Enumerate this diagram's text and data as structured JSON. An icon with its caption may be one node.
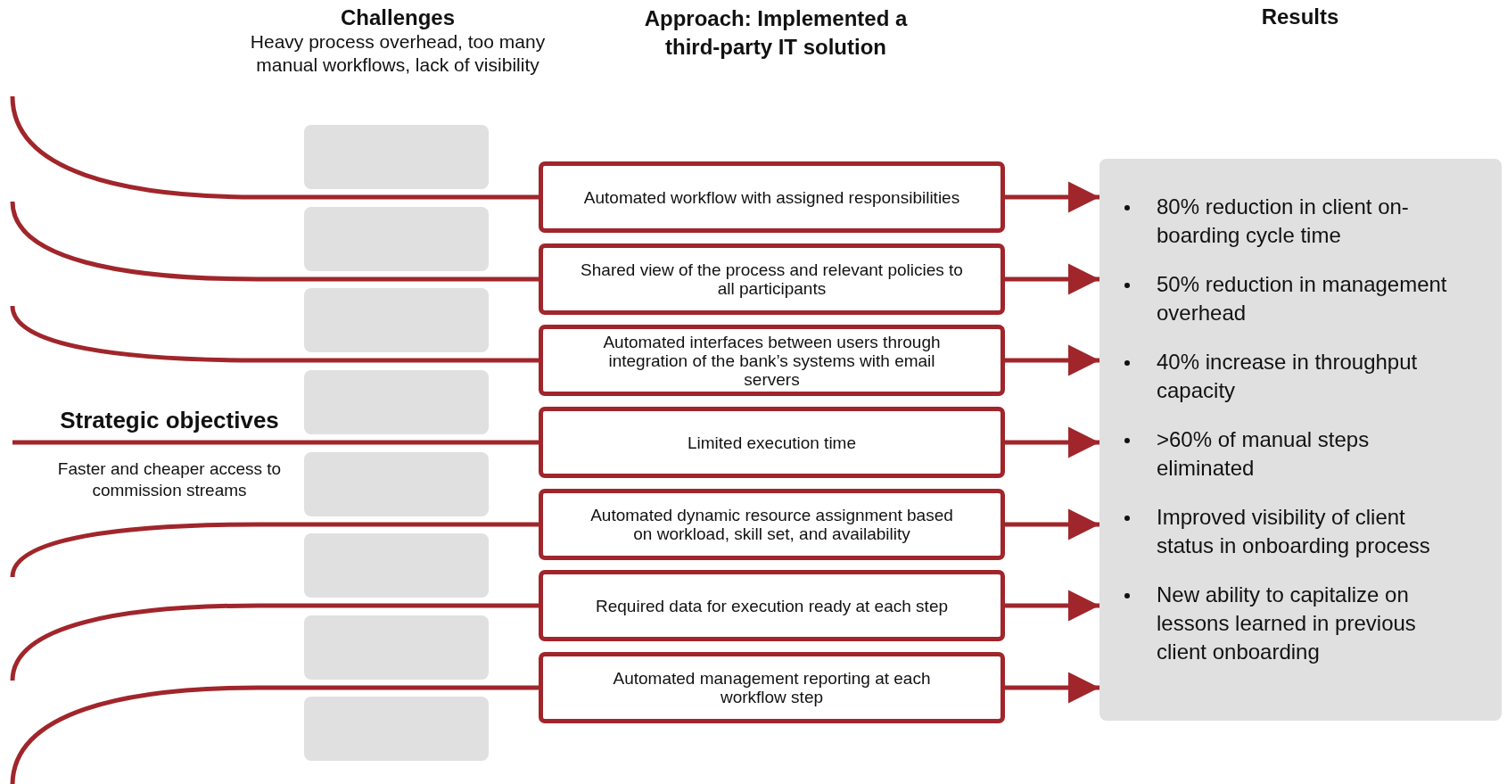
{
  "diagram": {
    "nodes": [
      {
        "text": [],
        "shape": "box"
      },
      {
        "text": [],
        "shape": "box"
      },
      {
        "text": [],
        "shape": "box"
      },
      {
        "text": [],
        "shape": "box"
      },
      {
        "text": [],
        "shape": "box"
      },
      {
        "text": [],
        "shape": "box"
      },
      {
        "text": [],
        "shape": "box"
      },
      {
        "text": [],
        "shape": "box"
      },
      {
        "text": [
          "Automated workflow with assigned responsibilities"
        ]
      },
      {
        "text": [
          "Shared view of the process and relevant policies to all participants"
        ]
      },
      {
        "text": [
          "Automated interfaces between users through integration of the bank’s systems with email servers"
        ]
      },
      {
        "text": [
          "Limited execution time"
        ]
      },
      {
        "text": [
          "Automated dynamic resource assignment based on workload, skill set, and availability"
        ]
      },
      {
        "text": [
          "Required data for execution ready at each step"
        ]
      },
      {
        "text": [
          "Automated management reporting at each workflow step"
        ]
      },
      {
        "text": [
          "80% reduction in client on-boarding cycle time",
          "50% reduction in management overhead",
          "40% increase in throughput capacity",
          ">60% of manual steps eliminated",
          "Improved visibility of client status in onboarding process",
          "New ability to capitalize on lessons learned in previous client onboarding"
        ]
      }
    ],
    "edges": [
      {
        "from": null,
        "to": 8,
        "arrow": "none"
      },
      {
        "from": null,
        "to": 9,
        "arrow": "none"
      },
      {
        "from": null,
        "to": 10,
        "arrow": "none"
      },
      {
        "from": null,
        "to": 11,
        "arrow": "none"
      },
      {
        "from": null,
        "to": 12,
        "arrow": "none"
      },
      {
        "from": null,
        "to": 13,
        "arrow": "none"
      },
      {
        "from": null,
        "to": 14,
        "arrow": "none"
      },
      {
        "from": 8,
        "to": 15,
        "arrow": "to"
      },
      {
        "from": 9,
        "to": 15,
        "arrow": "to"
      },
      {
        "from": 10,
        "to": 15,
        "arrow": "to"
      },
      {
        "from": 11,
        "to": 15,
        "arrow": "to"
      },
      {
        "from": 12,
        "to": 15,
        "arrow": "to"
      },
      {
        "from": 13,
        "to": 15,
        "arrow": "to"
      },
      {
        "from": 14,
        "to": 15,
        "arrow": "to"
      }
    ],
    "labels": [
      "Challenges",
      "Heavy process overhead, too many manual workflows, lack of visibility",
      "Approach: Implemented a third-party IT solution",
      "Results",
      "Strategic objectives",
      "Faster and cheaper access to commission streams"
    ]
  }
}
